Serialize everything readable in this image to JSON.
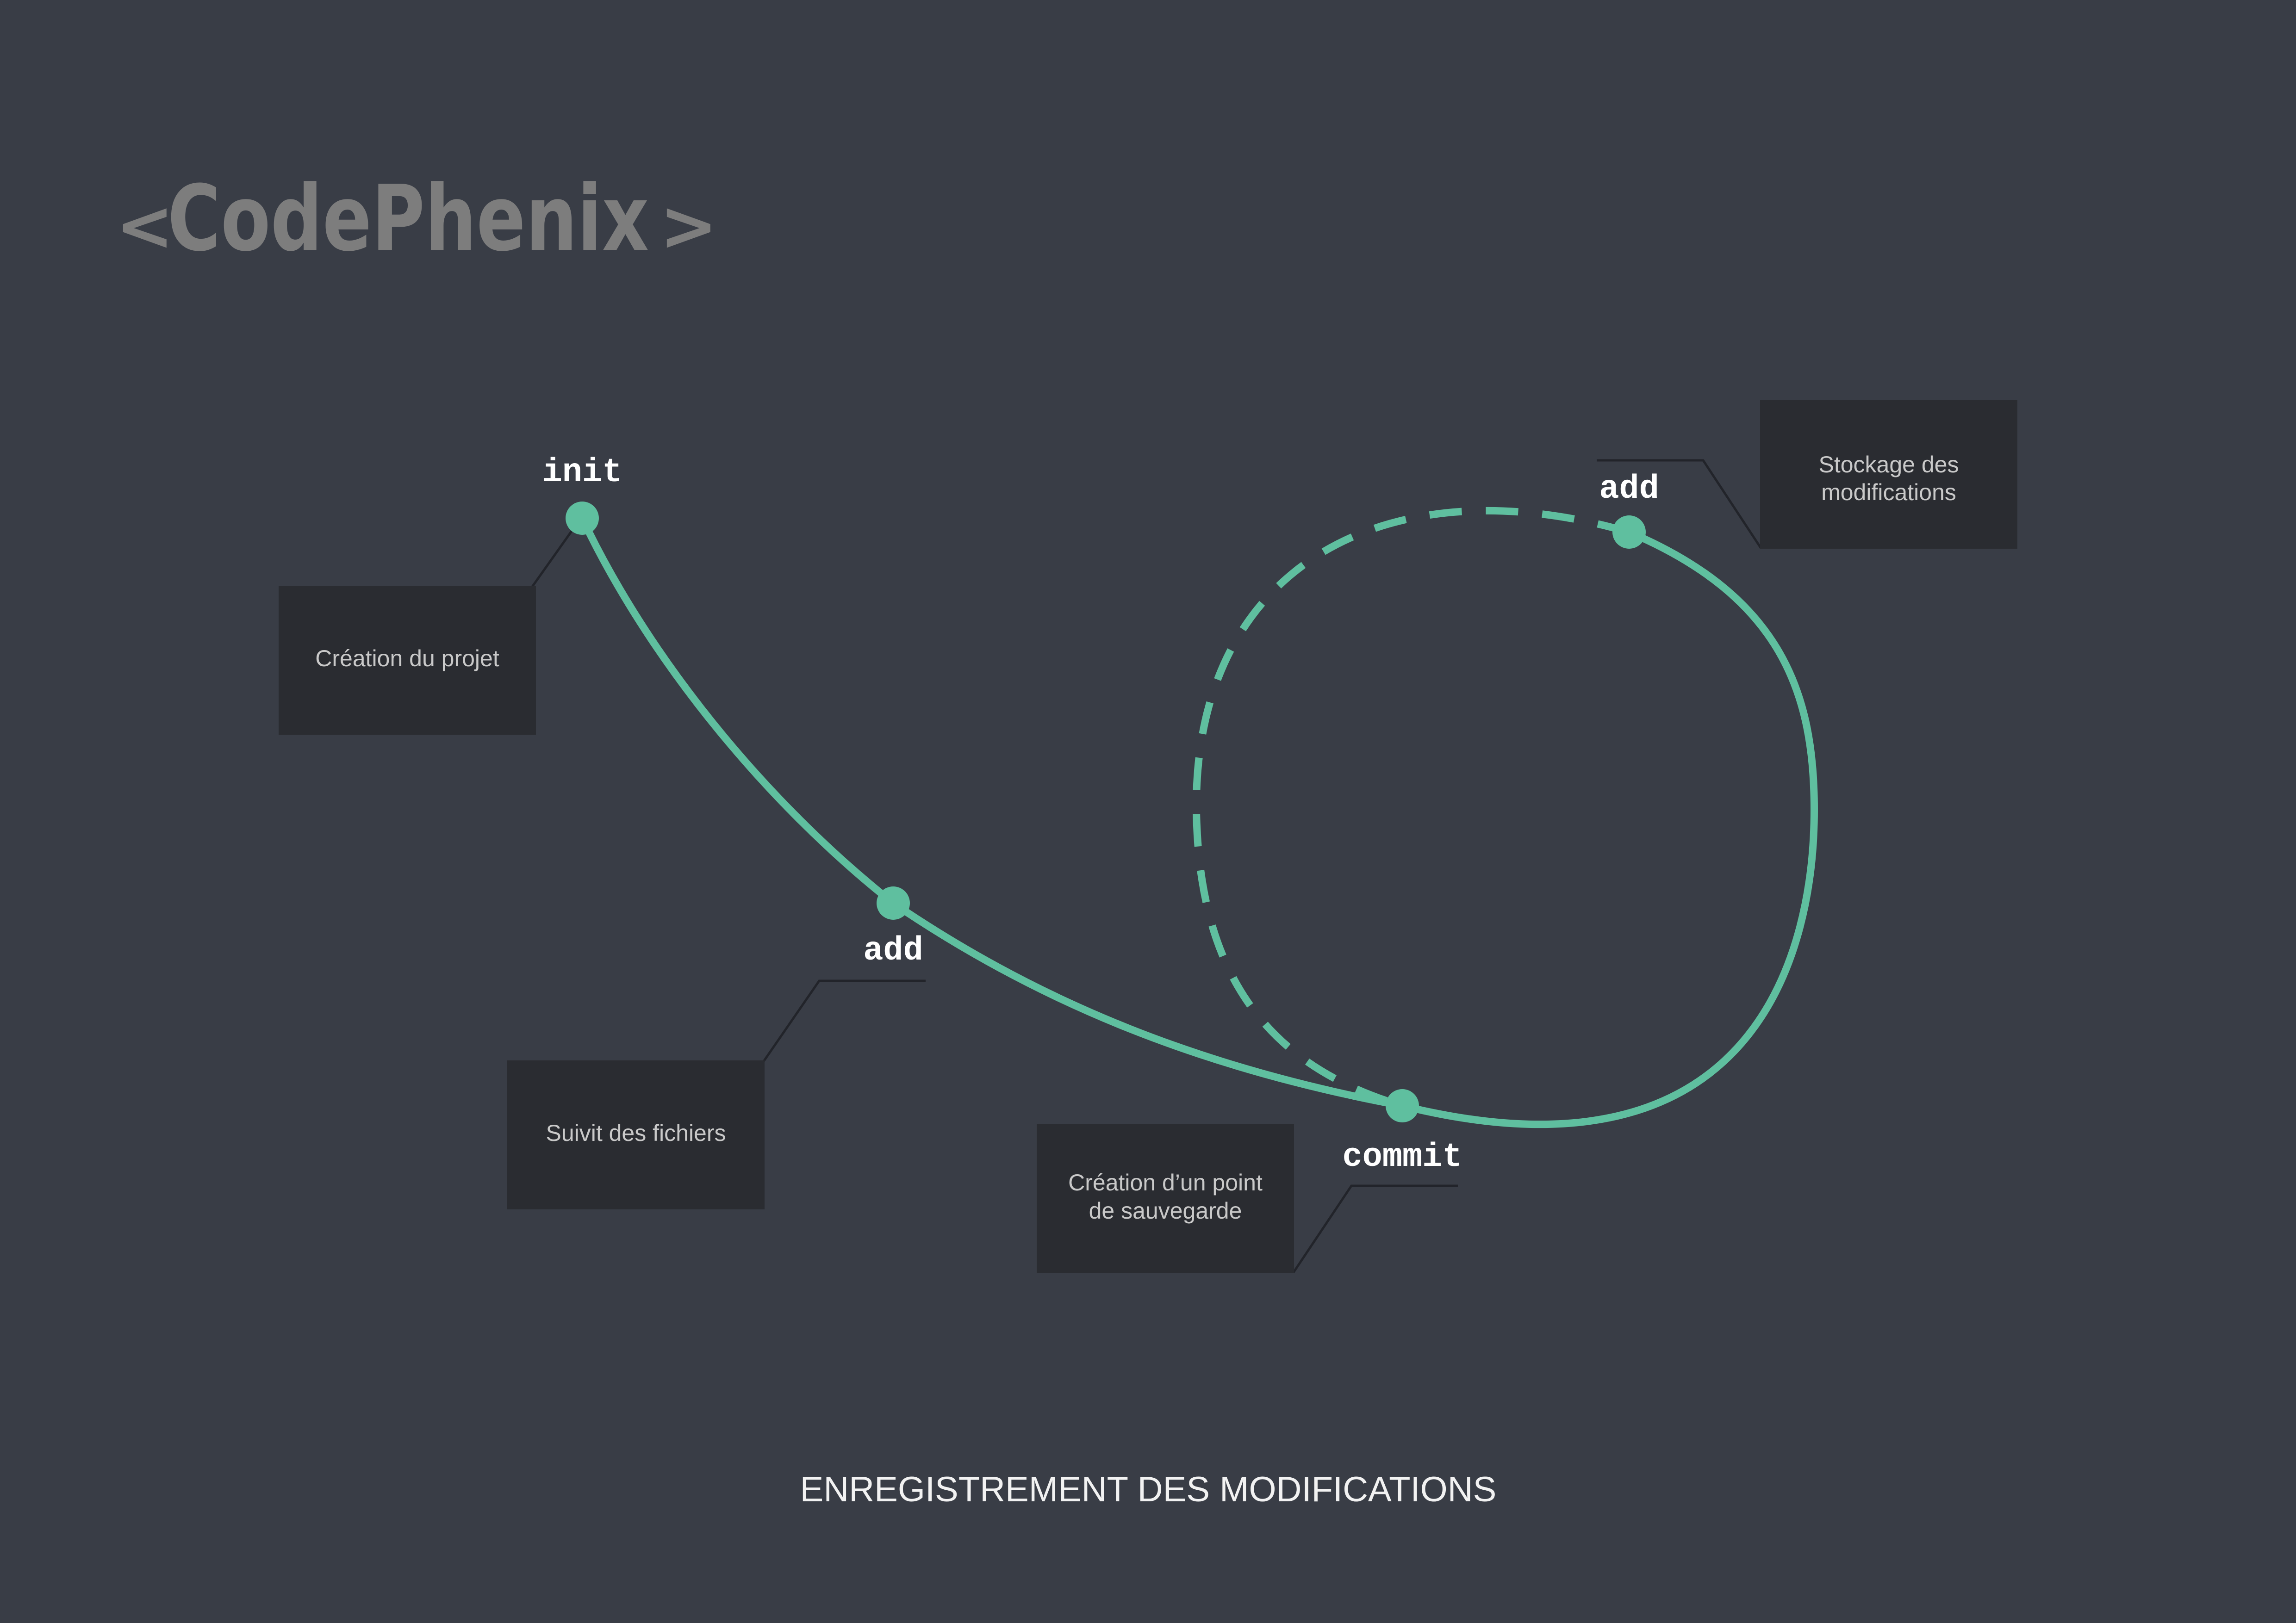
{
  "brand": {
    "left_bracket": "<",
    "name": "CodePhenix",
    "right_bracket": ">"
  },
  "nodes": {
    "init": "init",
    "add_1": "add",
    "commit": "commit",
    "add_2": "add"
  },
  "notes": {
    "init_note": [
      "Création du projet"
    ],
    "add_1_note": [
      "Suivit des fichiers"
    ],
    "commit_note": [
      "Création d’un point",
      "de sauvegarde"
    ],
    "add_2_note": [
      "Stockage des",
      "modifications"
    ]
  },
  "footer": {
    "caption": "ENREGISTREMENT DES MODIFICATIONS"
  },
  "colors": {
    "background": "#393d46",
    "accent": "#5fbf9f",
    "box": "#2a2c31",
    "connector": "#22242a",
    "logo": "#7d7d7d"
  },
  "icons": {
    "node_marker": "filled-circle"
  }
}
